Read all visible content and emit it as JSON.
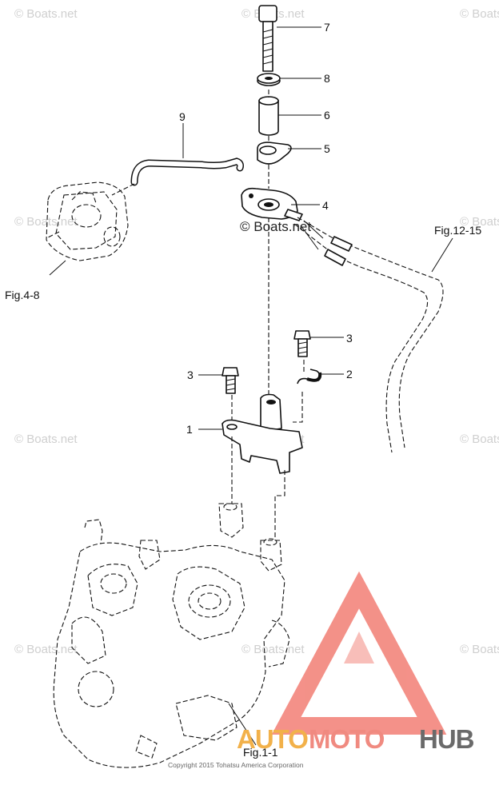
{
  "watermark": {
    "text": "© Boats.net",
    "center_text": "© Boats.net"
  },
  "callouts": [
    "7",
    "8",
    "6",
    "5",
    "4",
    "9",
    "3",
    "2",
    "3",
    "1"
  ],
  "figure_refs": {
    "left": "Fig.4-8",
    "right": "Fig.12-15",
    "bottom": "Fig.1-1"
  },
  "copyright": "Copyright 2015 Tohatsu America Corporation",
  "brand": {
    "part1": "AUTO",
    "part2": "MOTO",
    "part3": "HUB",
    "color_triangle": "#f27e74",
    "color_auto": "#f2b14a",
    "color_moto": "#f08a80",
    "color_hub": "#6a6a6a"
  }
}
